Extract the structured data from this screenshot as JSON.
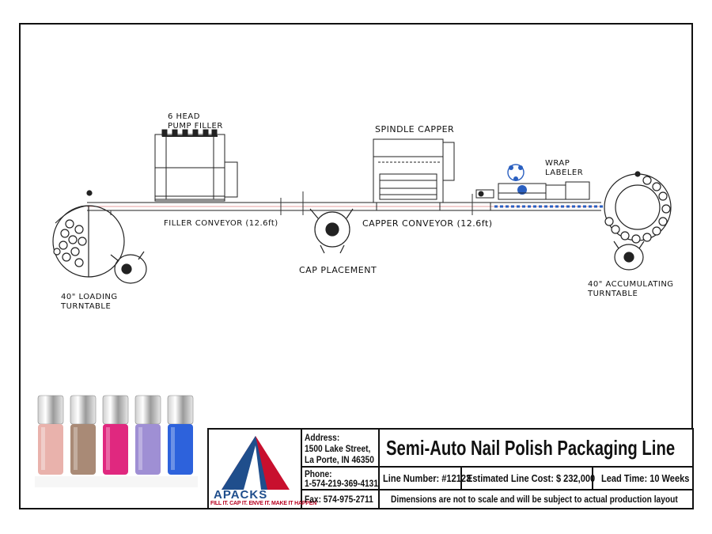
{
  "labels": {
    "filler_l1": "6 HEAD",
    "filler_l2": "PUMP FILLER",
    "capper": "SPINDLE CAPPER",
    "labeler_l1": "WRAP",
    "labeler_l2": "LABELER",
    "filler_conveyor": "FILLER CONVEYOR (12.6ft)",
    "capper_conveyor": "CAPPER CONVEYOR (12.6ft)",
    "cap_placement": "CAP PLACEMENT",
    "loading_l1": "40\" LOADING",
    "loading_l2": "TURNTABLE",
    "accum_l1": "40\" ACCUMULATING",
    "accum_l2": "TURNTABLE"
  },
  "colors": {
    "bottle_pink": "#e9b2ac",
    "bottle_mocha": "#a98a76",
    "bottle_magenta": "#e0287f",
    "bottle_lavender": "#9f8fd4",
    "bottle_blue": "#2d62dc",
    "logo_red": "#c8102e",
    "logo_blue": "#1f4e8c"
  },
  "title_block": {
    "logo_text": "APACKS",
    "logo_tagline": "FILL IT. CAP IT. ENVE IT. MAKE IT HAPPEN",
    "address_label": "Address:",
    "address_line1": "1500 Lake Street,",
    "address_line2": "La Porte, IN 46350",
    "phone_label": "Phone:",
    "phone": "1-574-219-369-4131",
    "fax": "Fax: 574-975-2711",
    "title": "Semi-Auto Nail Polish Packaging Line",
    "line_number": "Line Number: #12123",
    "estimated_cost": "Estimated Line Cost:  $ 232,000",
    "lead_time": "Lead Time: 10 Weeks",
    "disclaimer": "Dimensions are not to scale and will be subject to actual production layout"
  }
}
